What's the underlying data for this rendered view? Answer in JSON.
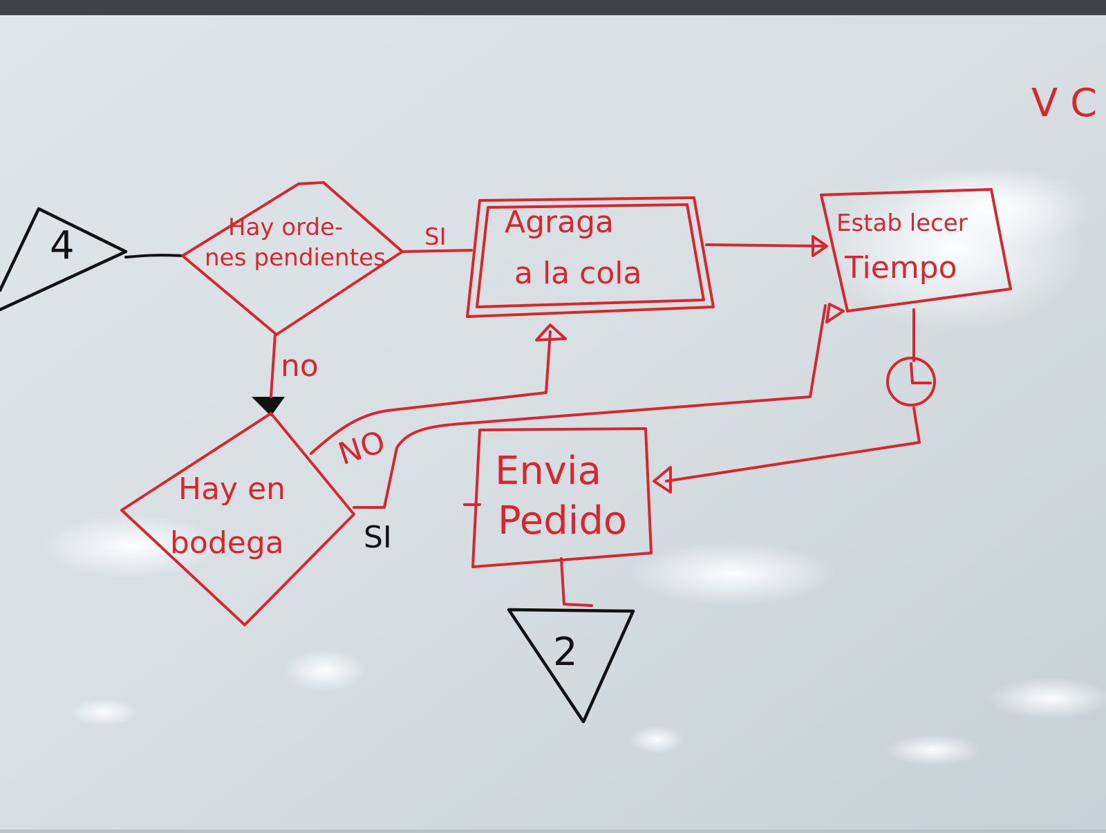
{
  "colors": {
    "marker_red": "#d8262f",
    "marker_black": "#111111",
    "board": "#d9e0e4",
    "frame": "#3f4446"
  },
  "connectors": {
    "start": "4",
    "end": "2"
  },
  "nodes": {
    "decision_pending": [
      "Hay orde-",
      "nes pendientes"
    ],
    "decision_stock": [
      "Hay en",
      "bodega"
    ],
    "process_queue": [
      "Agraga",
      "a la cola"
    ],
    "process_time": [
      "Estab lecer",
      "Tiempo"
    ],
    "process_send": [
      "Envia",
      "Pedido"
    ]
  },
  "edge_labels": {
    "pending_yes": "SI",
    "pending_no": "no",
    "stock_no": "NO",
    "stock_yes": "SI"
  },
  "corner_marks": "V C"
}
